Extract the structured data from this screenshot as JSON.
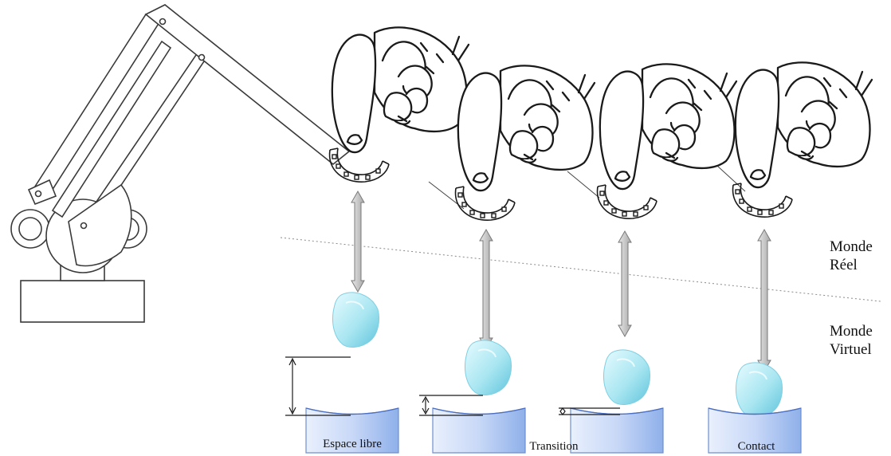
{
  "regions": {
    "real": {
      "line1": "Monde",
      "line2": "Réel"
    },
    "virtual": {
      "line1": "Monde",
      "line2": "Virtuel"
    }
  },
  "phases": {
    "free": "Espace libre",
    "transition": "Transition",
    "contact": "Contact"
  },
  "colors": {
    "arrow": "#b9b9b9",
    "fingertip": "#a9e6f1",
    "surface": "#c2d3f4",
    "outline": "#333333"
  }
}
